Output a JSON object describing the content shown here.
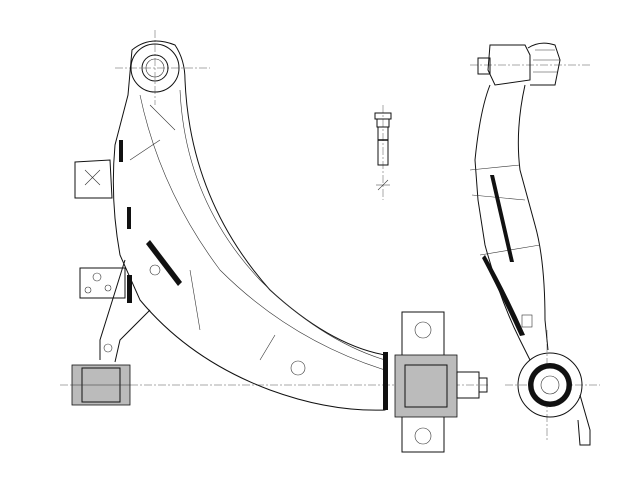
{
  "drawing": {
    "line_color": "#111111",
    "background": "#ffffff",
    "views": [
      "front-view-control-arm",
      "bolt-detail",
      "side-view-control-arm"
    ]
  }
}
